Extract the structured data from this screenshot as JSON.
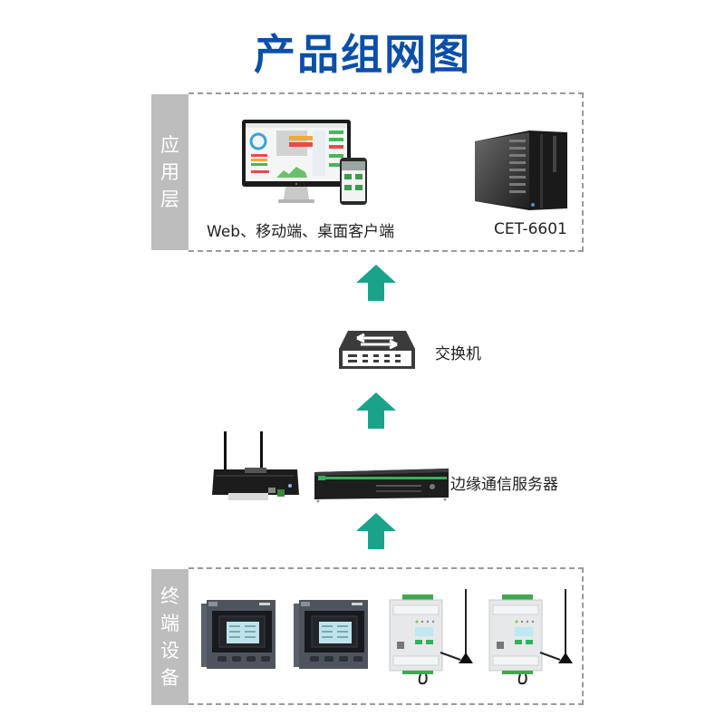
{
  "title": "产品组网图",
  "colors": {
    "title": "#0b4fa8",
    "arrow": "#1aa38a",
    "side_panel": "#bdbdbd",
    "dashed_border": "#9a9a9a",
    "accent_green": "#2fb35a"
  },
  "application_layer": {
    "side_label": [
      "应",
      "用",
      "层"
    ],
    "items": [
      {
        "icon": "monitor-and-phone-icon",
        "caption": "Web、移动端、桌面客户端"
      },
      {
        "icon": "server-tower-icon",
        "caption": "CET-6601"
      }
    ]
  },
  "switch": {
    "icon": "network-switch-icon",
    "label": "交换机"
  },
  "edge_server": {
    "icons": [
      "wireless-gateway-icon",
      "rack-server-icon"
    ],
    "label": "边缘通信服务器"
  },
  "terminal_layer": {
    "side_label": [
      "终",
      "端",
      "设",
      "备"
    ],
    "devices": [
      {
        "icon": "panel-meter-icon"
      },
      {
        "icon": "panel-meter-icon"
      },
      {
        "icon": "din-rail-wireless-meter-icon"
      },
      {
        "icon": "din-rail-wireless-meter-icon"
      }
    ]
  },
  "arrows": [
    {
      "direction": "up",
      "icon": "arrow-up-icon"
    },
    {
      "direction": "up",
      "icon": "arrow-up-icon"
    },
    {
      "direction": "up",
      "icon": "arrow-up-icon"
    }
  ]
}
